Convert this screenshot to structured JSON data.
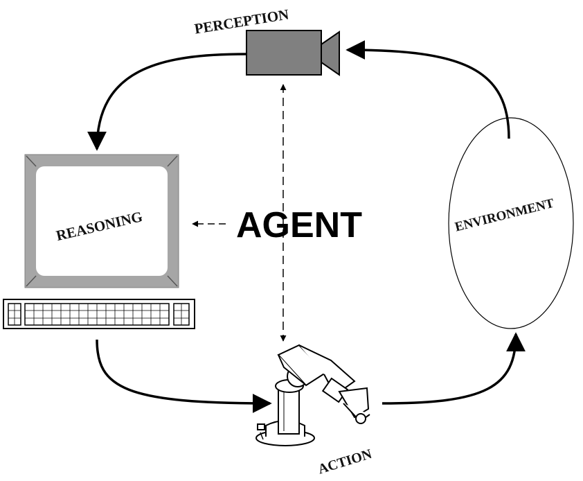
{
  "diagram": {
    "center_label": "AGENT",
    "perception_label": "PERCEPTION",
    "reasoning_label": "REASONING",
    "action_label": "ACTION",
    "environment_label": "ENVIRONMENT",
    "icons": [
      "video-camera-icon",
      "computer-monitor-icon",
      "keyboard-icon",
      "robot-arm-icon",
      "environment-ellipse"
    ],
    "colors": {
      "camera": "#808080",
      "monitor_frame": "#a6a6a6",
      "lines": "#000000"
    }
  }
}
